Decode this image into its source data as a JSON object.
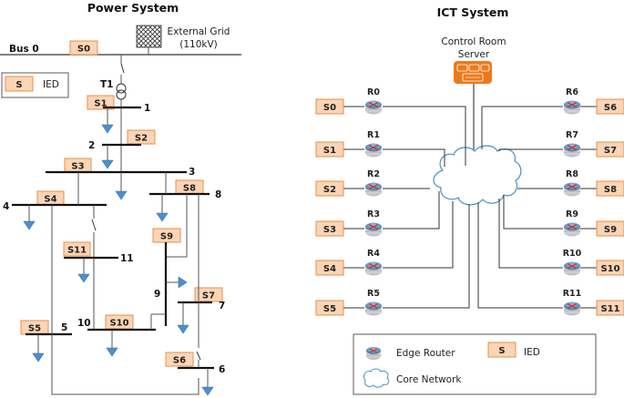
{
  "power": {
    "title": "Power System",
    "bus0_label": "Bus 0",
    "grid_label_line1": "External Grid",
    "grid_label_line2": "(110kV)",
    "transformer_label": "T1",
    "legend": {
      "ied_symbol": "S",
      "ied_label": "IED"
    },
    "buses": [
      "1",
      "2",
      "3",
      "4",
      "5",
      "6",
      "7",
      "8",
      "9",
      "10",
      "11"
    ],
    "ieds": [
      "S0",
      "S1",
      "S2",
      "S3",
      "S4",
      "S5",
      "S6",
      "S7",
      "S8",
      "S9",
      "S10",
      "S11"
    ]
  },
  "ict": {
    "title": "ICT System",
    "server_label_line1": "Control Room",
    "server_label_line2": "Server",
    "left": [
      {
        "router": "R0",
        "ied": "S0"
      },
      {
        "router": "R1",
        "ied": "S1"
      },
      {
        "router": "R2",
        "ied": "S2"
      },
      {
        "router": "R3",
        "ied": "S3"
      },
      {
        "router": "R4",
        "ied": "S4"
      },
      {
        "router": "R5",
        "ied": "S5"
      }
    ],
    "right": [
      {
        "router": "R6",
        "ied": "S6"
      },
      {
        "router": "R7",
        "ied": "S7"
      },
      {
        "router": "R8",
        "ied": "S8"
      },
      {
        "router": "R9",
        "ied": "S9"
      },
      {
        "router": "R10",
        "ied": "S10"
      },
      {
        "router": "R11",
        "ied": "S11"
      }
    ],
    "legend": {
      "edge_router_label": "Edge Router",
      "ied_symbol": "S",
      "ied_label": "IED",
      "core_label": "Core Network"
    }
  },
  "colors": {
    "ied_fill": "#fbd5b5",
    "ied_stroke": "#e5904a",
    "load_fill": "#4a8fd0",
    "server_fill": "#ec7a1c",
    "cloud_stroke": "#4a90c0",
    "line": "#222222"
  }
}
